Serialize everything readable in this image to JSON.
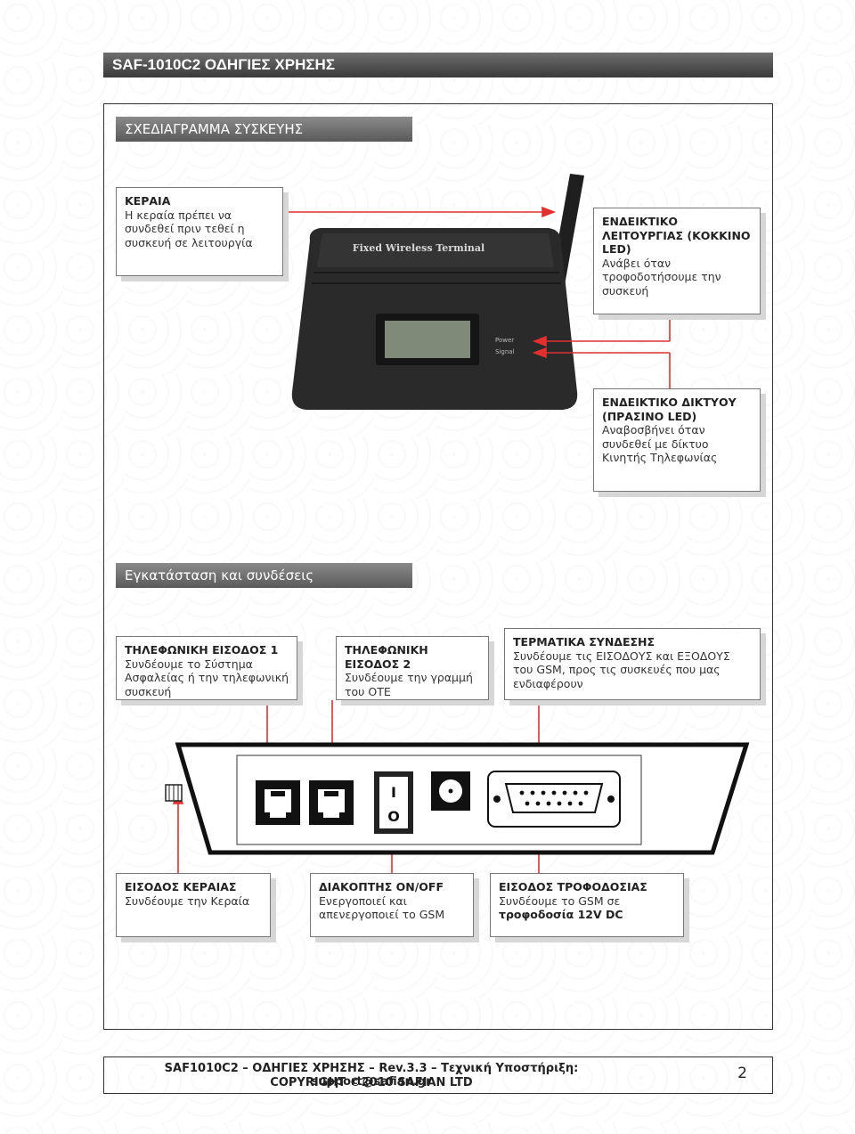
{
  "header": {
    "title": "SAF-1010C2 ΟΔΗΓΙΕΣ ΧΡΗΣΗΣ"
  },
  "sections": {
    "diagram": "ΣΧΕΔΙΑΓΡΑΜΜΑ ΣΥΣΚΕΥΗΣ",
    "install": "Εγκατάσταση και συνδέσεις"
  },
  "device": {
    "label": "Fixed Wireless Terminal",
    "power": "Power",
    "signal": "Signal"
  },
  "callouts": {
    "antenna": {
      "title": "ΚΕΡΑΙΑ",
      "body": "Η κεραία πρέπει να συνδεθεί πριν τεθεί η συσκευή σε λειτουργία"
    },
    "power_led": {
      "title": "ΕΝΔΕΙΚΤΙΚΟ ΛΕΙΤΟΥΡΓΙΑΣ (ΚΟΚΚΙΝΟ LED)",
      "body": "Ανάβει όταν τροφοδοτήσουμε την συσκευή"
    },
    "network_led": {
      "title": "ΕΝΔΕΙΚΤΙΚΟ ΔΙΚΤΥΟΥ (ΠΡΑΣΙΝΟ LED)",
      "body": "Αναβοσβήνει όταν συνδεθεί με δίκτυο Κινητής Τηλεφωνίας"
    },
    "phone_in1": {
      "title": "ΤΗΛΕΦΩΝΙΚΗ ΕΙΣΟΔΟΣ 1",
      "body": "Συνδέουμε το Σύστημα Ασφαλείας ή την τηλεφωνική συσκευή"
    },
    "phone_in2": {
      "title": "ΤΗΛΕΦΩΝΙΚΗ ΕΙΣΟΔΟΣ 2",
      "body": "Συνδέουμε την γραμμή του ΟΤΕ"
    },
    "terminals": {
      "title": "ΤΕΡΜΑΤΙΚΑ ΣΥΝΔΕΣΗΣ",
      "body": "Συνδέουμε τις ΕΙΣΟΔΟΥΣ και ΕΞΟΔΟΥΣ του GSM, προς τις συσκευές που μας ενδιαφέρουν"
    },
    "antenna_in": {
      "title": "ΕΙΣΟΔΟΣ ΚΕΡΑΙΑΣ",
      "body": "Συνδέουμε την Κεραία"
    },
    "switch": {
      "title": "ΔΙΑΚΟΠΤΗΣ ON/OFF",
      "body": "Ενεργοποιεί και απενεργοποιεί το GSM"
    },
    "power_in": {
      "title": "ΕΙΣΟΔΟΣ ΤΡΟΦΟΔΟΣΙΑΣ",
      "body": "Συνδέουμε το GSM σε",
      "bold": "τροφοδοσία 12V DC"
    }
  },
  "panel": {
    "switch_on": "I",
    "switch_off": "O"
  },
  "footer": {
    "line1": "SAF1010C2 – ΟΔΗΓΙΕΣ ΧΡΗΣΗΣ – Rev.3.3 – Τεχνική Υποστήριξη: support@safian.gr",
    "line2": "COPYRIGHT ©2010 SAFIAN LTD",
    "page": "2"
  },
  "colors": {
    "arrow": "#e03030",
    "device": "#2a2a2a",
    "lcd": "#7f8a78"
  }
}
